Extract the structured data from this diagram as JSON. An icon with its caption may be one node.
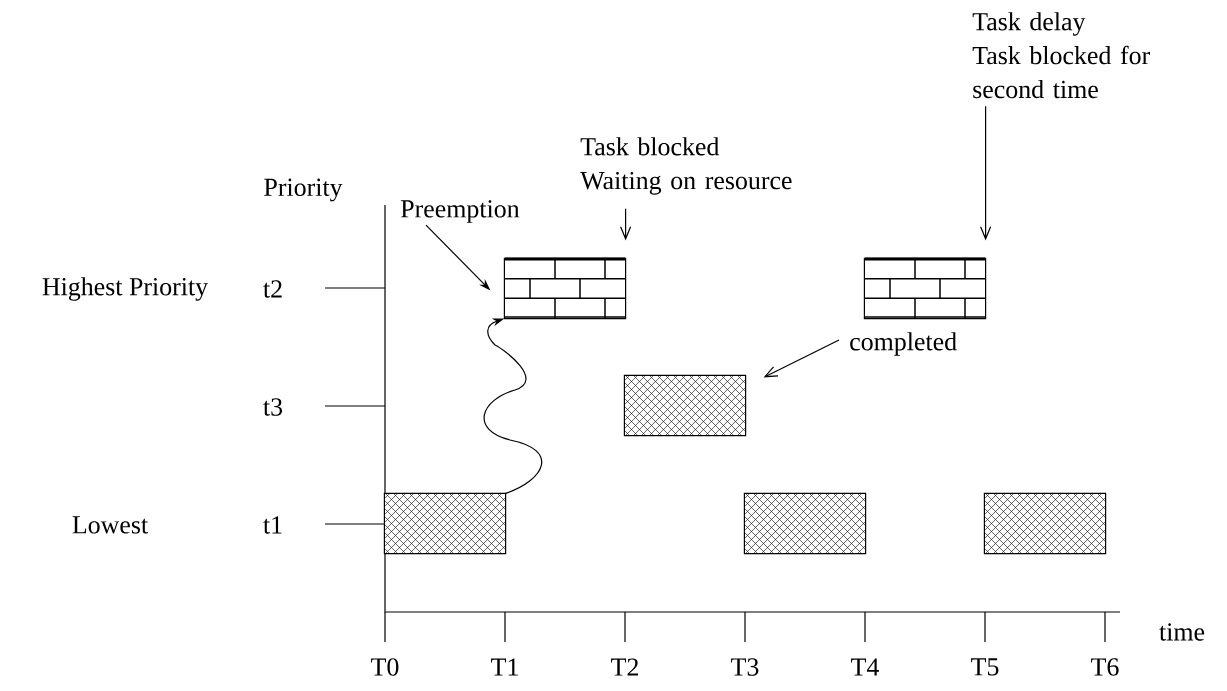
{
  "diagram": {
    "nodes": [
      {
        "text": [
          "Task delay",
          "Task blocked for second time"
        ]
      },
      {
        "text": [
          "Task blocked",
          "Waiting on resource"
        ]
      },
      {
        "text": [
          "Preemption"
        ]
      },
      {
        "text": [],
        "shape": "bar"
      },
      {
        "text": [],
        "shape": "bar"
      },
      {
        "text": [
          "completed"
        ]
      },
      {
        "text": [],
        "shape": "bar"
      },
      {
        "text": [],
        "shape": "bar"
      },
      {
        "text": [],
        "shape": "bar"
      },
      {
        "text": [],
        "shape": "bar"
      }
    ],
    "edges": [
      {
        "from": 0,
        "to": 4,
        "arrow": "to"
      },
      {
        "from": 1,
        "to": 3,
        "arrow": "to"
      },
      {
        "from": 2,
        "to": 3,
        "arrow": "to"
      },
      {
        "from": 5,
        "to": 6,
        "arrow": "to"
      },
      {
        "from": 7,
        "to": 3,
        "arrow": "to"
      }
    ],
    "labels": [
      "Priority",
      "Highest Priority",
      "t2",
      "t3",
      "Lowest",
      "t1",
      "time",
      "T0",
      "T1",
      "T2",
      "T3",
      "T4",
      "T5",
      "T6"
    ]
  }
}
